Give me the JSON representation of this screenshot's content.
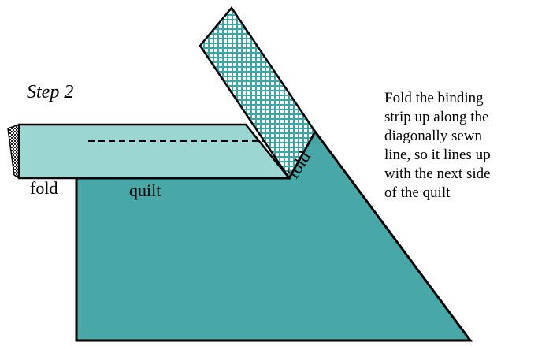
{
  "title": "Step 2",
  "labels": {
    "fold_left": "fold",
    "fold_diagonal": "fold",
    "quilt": "quilt"
  },
  "instructions": [
    "Fold the binding",
    "strip up along the",
    "diagonally sewn",
    "line, so it lines up",
    "with the next side",
    "of the quilt"
  ],
  "colors": {
    "quilt": "#48a8a8",
    "binding_front": "#9bd6d3",
    "binding_back_pattern": "#3aa6a6",
    "outline": "#000000"
  }
}
